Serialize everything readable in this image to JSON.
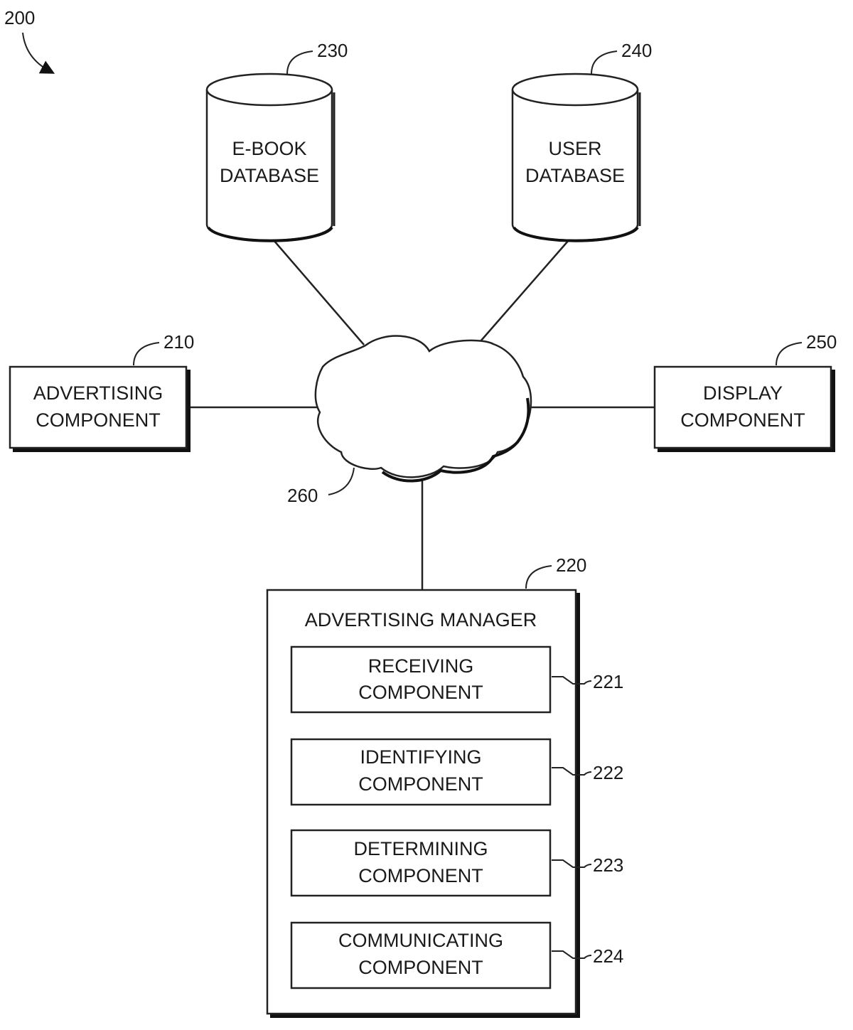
{
  "figure": {
    "ref": "200"
  },
  "ebook_db": {
    "ref": "230",
    "line1": "E-BOOK",
    "line2": "DATABASE"
  },
  "user_db": {
    "ref": "240",
    "line1": "USER",
    "line2": "DATABASE"
  },
  "advertising_component": {
    "ref": "210",
    "line1": "ADVERTISING",
    "line2": "COMPONENT"
  },
  "display_component": {
    "ref": "250",
    "line1": "DISPLAY",
    "line2": "COMPONENT"
  },
  "network": {
    "ref": "260"
  },
  "advertising_manager": {
    "ref": "220",
    "title": "ADVERTISING MANAGER",
    "components": [
      {
        "ref": "221",
        "line1": "RECEIVING",
        "line2": "COMPONENT"
      },
      {
        "ref": "222",
        "line1": "IDENTIFYING",
        "line2": "COMPONENT"
      },
      {
        "ref": "223",
        "line1": "DETERMINING",
        "line2": "COMPONENT"
      },
      {
        "ref": "224",
        "line1": "COMMUNICATING",
        "line2": "COMPONENT"
      }
    ]
  }
}
